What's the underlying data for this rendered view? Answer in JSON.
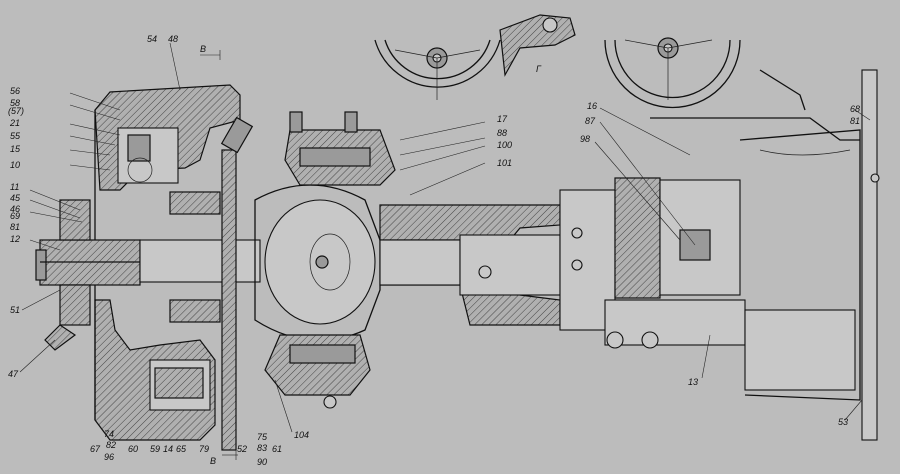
{
  "callouts": {
    "c54": "54",
    "c48": "48",
    "cB_top": "B",
    "c56": "56",
    "c58": "58",
    "c57": "(57)",
    "c21": "21",
    "c55": "55",
    "c15": "15",
    "c10": "10",
    "c11": "11",
    "c45": "45",
    "c46": "46",
    "c69": "69",
    "c81a": "81",
    "c12": "12",
    "c51": "51",
    "c47": "47",
    "c67": "67",
    "c74": "74",
    "c82": "82",
    "c96": "96",
    "c60": "60",
    "c59": "59",
    "c14": "14",
    "c65": "65",
    "c79": "79",
    "cB_bot": "B",
    "c52": "52",
    "c75": "75",
    "c83": "83",
    "c90": "90",
    "c61": "61",
    "c104": "104",
    "c17": "17",
    "c88": "88",
    "c100": "100",
    "c101": "101",
    "cG": "Г",
    "c16": "16",
    "c87": "87",
    "c98": "98",
    "c13": "13",
    "c68": "68",
    "c81b": "81",
    "c53": "53"
  },
  "colors": {
    "background": "#bcbcbc",
    "line": "#111111",
    "hatch": "#555555"
  }
}
